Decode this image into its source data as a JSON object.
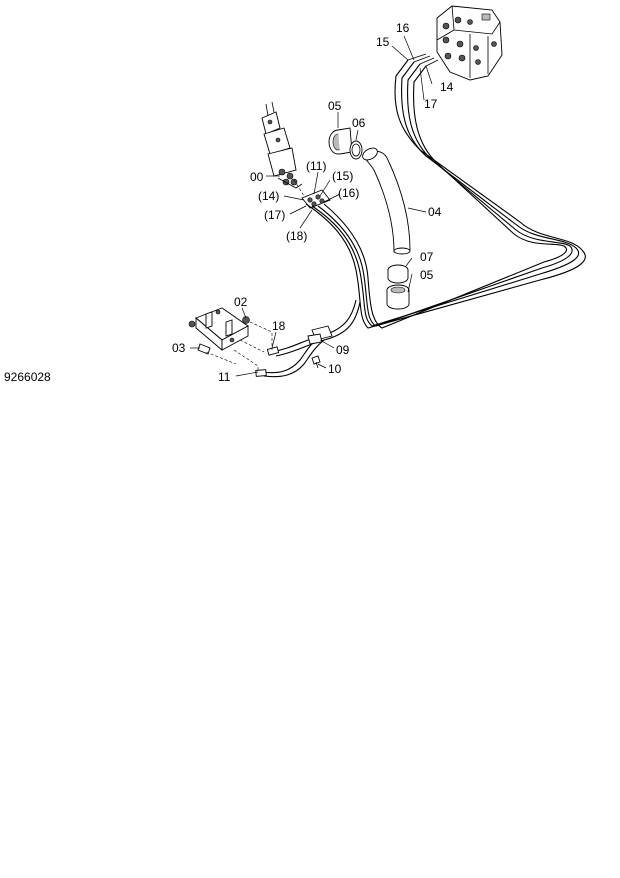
{
  "figure_id": "9266028",
  "callouts": {
    "c00": "00",
    "c02": "02",
    "c03": "03",
    "c04": "04",
    "c05_top": "05",
    "c05_bottom": "05",
    "c06": "06",
    "c07": "07",
    "c09": "09",
    "c10": "10",
    "c11": "11",
    "c11_paren": "(11)",
    "c14": "14",
    "c14_paren": "(14)",
    "c15": "15",
    "c15_paren": "(15)",
    "c16": "16",
    "c16_paren": "(16)",
    "c17": "17",
    "c17_paren": "(17)",
    "c18": "18",
    "c18_paren": "(18)"
  }
}
